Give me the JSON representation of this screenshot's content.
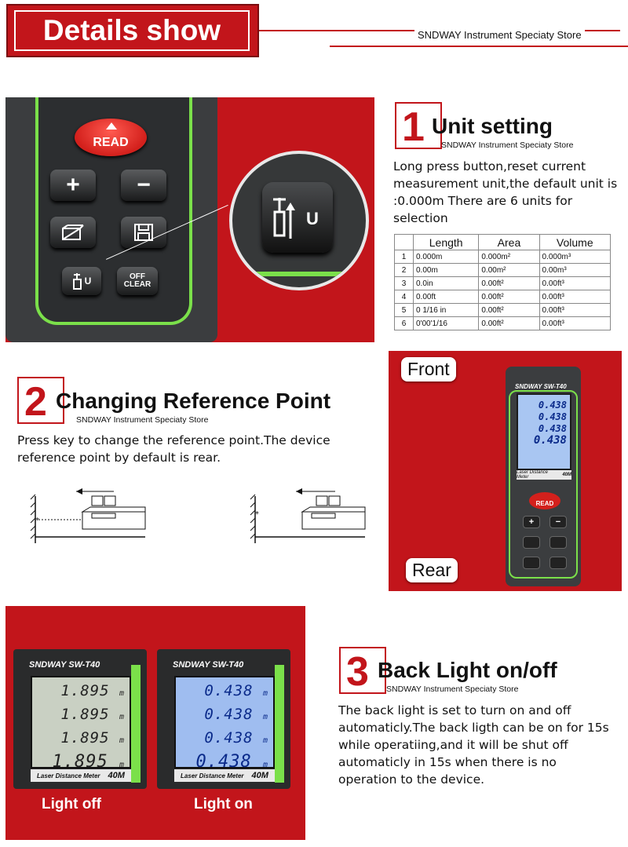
{
  "header": {
    "title": "Details show",
    "store": "SNDWAY Instrument Speciaty Store"
  },
  "section1": {
    "number": "1",
    "title": "Unit setting",
    "store": "SNDWAY Instrument Speciaty Store",
    "description": "Long press button,reset current measurement unit,the default unit is :0.000m There are 6 units for selection",
    "device": {
      "read_label": "READ",
      "plus": "+",
      "minus": "−",
      "off_clear_line1": "OFF",
      "off_clear_line2": "CLEAR",
      "unit_key": "U"
    },
    "table": {
      "headers": [
        "",
        "Length",
        "Area",
        "Volume"
      ],
      "rows": [
        [
          "1",
          "0.000m",
          "0.000m²",
          "0.000m³"
        ],
        [
          "2",
          "0.00m",
          "0.00m²",
          "0.00m³"
        ],
        [
          "3",
          "0.0in",
          "0.00ft²",
          "0.00ft³"
        ],
        [
          "4",
          "0.00ft",
          "0.00ft²",
          "0.00ft³"
        ],
        [
          "5",
          "0  1/16 in",
          "0.00ft²",
          "0.00ft³"
        ],
        [
          "6",
          "0'00'1/16",
          "0.00ft²",
          "0.00ft³"
        ]
      ]
    }
  },
  "section2": {
    "number": "2",
    "title": "Changing Reference Point",
    "store": "SNDWAY Instrument Speciaty Store",
    "description": "Press key to change the reference point.The device reference point by default is rear."
  },
  "front_rear": {
    "front_label": "Front",
    "rear_label": "Rear",
    "brand": "SNDWAY",
    "model": "SW-T40",
    "readings": [
      "0.438",
      "0.438",
      "0.438",
      "0.438"
    ],
    "meter_label": "Laser Distance Meter",
    "meter_range": "40M",
    "read_label": "READ"
  },
  "section3": {
    "number": "3",
    "title": "Back Light on/off",
    "store": "SNDWAY Instrument Speciaty Store",
    "description": "The back light is set to turn on and off automaticly.The back ligth can be on for 15s while operatiing,and it will be shut off automaticly in 15s when there is no operation to the device.",
    "light_off": {
      "label": "Light off",
      "readings": [
        "1.895",
        "1.895",
        "1.895",
        "1.895"
      ],
      "unit": "m"
    },
    "light_on": {
      "label": "Light on",
      "readings": [
        "0.438",
        "0.438",
        "0.438",
        "0.438"
      ],
      "unit": "m"
    },
    "brand": "SNDWAY",
    "model": "SW-T40",
    "meter_label": "Laser Distance Meter",
    "meter_range": "40M"
  },
  "colors": {
    "brand_red": "#c2151b",
    "device_green": "#7be04a",
    "lcd_off": "#c9d0c3",
    "lcd_on": "#9fbdf0"
  }
}
